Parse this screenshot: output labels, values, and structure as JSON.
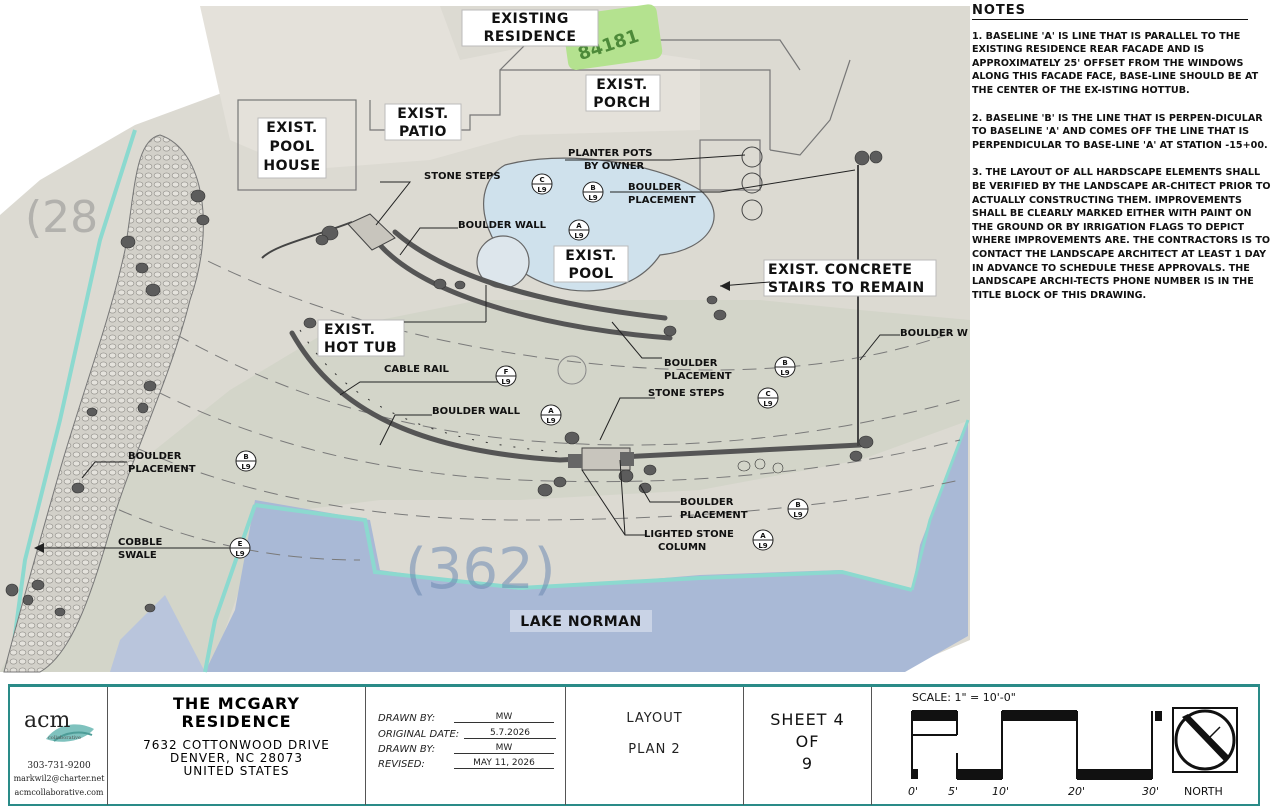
{
  "labels": {
    "existing_residence": [
      "EXISTING",
      "RESIDENCE"
    ],
    "exist_porch": [
      "EXIST.",
      "PORCH"
    ],
    "exist_patio": [
      "EXIST.",
      "PATIO"
    ],
    "exist_pool_house": [
      "EXIST.",
      "POOL",
      "HOUSE"
    ],
    "exist_pool": [
      "EXIST.",
      "POOL"
    ],
    "exist_hot_tub": [
      "EXIST.",
      "HOT TUB"
    ],
    "exist_stairs": [
      "EXIST. CONCRETE",
      "STAIRS TO REMAIN"
    ],
    "lake": "LAKE NORMAN",
    "parcel_number": "84181",
    "contour_label": "(362)",
    "contour_label_left": "(28"
  },
  "callouts": [
    {
      "text": "PLANTER POTS",
      "text2": "BY OWNER",
      "letter": "",
      "sheet": ""
    },
    {
      "text": "STONE STEPS",
      "text2": "",
      "letter": "C",
      "sheet": "L9"
    },
    {
      "text": "BOULDER",
      "text2": "PLACEMENT",
      "letter": "B",
      "sheet": "L9"
    },
    {
      "text": "BOULDER WALL",
      "text2": "",
      "letter": "A",
      "sheet": "L9"
    },
    {
      "text": "BOULDER",
      "text2": "PLACEMENT",
      "letter": "B",
      "sheet": "L9"
    },
    {
      "text": "CABLE RAIL",
      "text2": "",
      "letter": "F",
      "sheet": "L9"
    },
    {
      "text": "STONE STEPS",
      "text2": "",
      "letter": "C",
      "sheet": "L9"
    },
    {
      "text": "BOULDER WALL",
      "text2": "",
      "letter": "A",
      "sheet": "L9"
    },
    {
      "text": "BOULDER",
      "text2": "PLACEMENT",
      "letter": "B",
      "sheet": "L9"
    },
    {
      "text": "BOULDER",
      "text2": "PLACEMENT",
      "letter": "B",
      "sheet": "L9"
    },
    {
      "text": "LIGHTED STONE",
      "text2": "COLUMN",
      "letter": "A",
      "sheet": "L9"
    },
    {
      "text": "COBBLE",
      "text2": "SWALE",
      "letter": "E",
      "sheet": "L9"
    },
    {
      "text": "BOULDER W",
      "text2": "",
      "letter": "",
      "sheet": ""
    }
  ],
  "notes": {
    "title": "NOTES",
    "items": [
      "1. BASELINE 'A' IS LINE THAT IS PARALLEL TO THE EXISTING RESIDENCE REAR FACADE AND IS APPROXIMATELY 25' OFFSET FROM THE WINDOWS ALONG THIS FACADE FACE, BASE-LINE SHOULD BE AT THE CENTER OF THE EX-ISTING HOTTUB.",
      "2. BASELINE 'B' IS THE LINE THAT IS PERPEN-DICULAR TO BASELINE 'A' AND COMES OFF THE LINE THAT IS PERPENDICULAR TO BASE-LINE 'A' AT STATION -15+00.",
      "3. THE LAYOUT OF ALL HARDSCAPE ELEMENTS SHALL BE VERIFIED BY THE LANDSCAPE AR-CHITECT PRIOR TO ACTUALLY CONSTRUCTING THEM. IMPROVEMENTS SHALL BE CLEARLY MARKED EITHER WITH PAINT ON THE GROUND OR BY IRRIGATION FLAGS TO DEPICT WHERE IMPROVEMENTS ARE. THE CONTRACTORS IS TO CONTACT THE LANDSCAPE ARCHITECT AT LEAST 1 DAY IN ADVANCE TO SCHEDULE THESE APPROVALS. THE LANDSCAPE ARCHI-TECTS PHONE NUMBER IS IN THE TITLE BLOCK OF THIS DRAWING."
    ]
  },
  "title_block": {
    "firm": {
      "logo": "acm",
      "logo_sub": "collaborative",
      "phone": "303-731-9200",
      "email": "markwil2@charter.net",
      "web": "acmcollaborative.com"
    },
    "project": {
      "name1": "THE MCGARY",
      "name2": "RESIDENCE",
      "addr1": "7632 COTTONWOOD DRIVE",
      "addr2": "DENVER, NC 28073",
      "addr3": "UNITED STATES"
    },
    "drawn": [
      {
        "label": "DRAWN BY:",
        "value": "MW"
      },
      {
        "label": "ORIGINAL DATE:",
        "value": "5.7.2026"
      },
      {
        "label": "DRAWN BY:",
        "value": "MW"
      },
      {
        "label": "REVISED:",
        "value": "MAY 11, 2026"
      }
    ],
    "layout": {
      "line1": "LAYOUT",
      "line2": "PLAN 2"
    },
    "sheet": {
      "line1": "SHEET 4",
      "line2": "OF",
      "line3": "9"
    },
    "scale": {
      "label": "SCALE: 1\" = 10'-0\"",
      "ticks": [
        "0'",
        "5'",
        "10'",
        "20'",
        "30'"
      ],
      "north": "NORTH"
    }
  },
  "colors": {
    "water": "#a9b9d6",
    "teal": "#2a8b88",
    "site": "#d9d6cc"
  }
}
